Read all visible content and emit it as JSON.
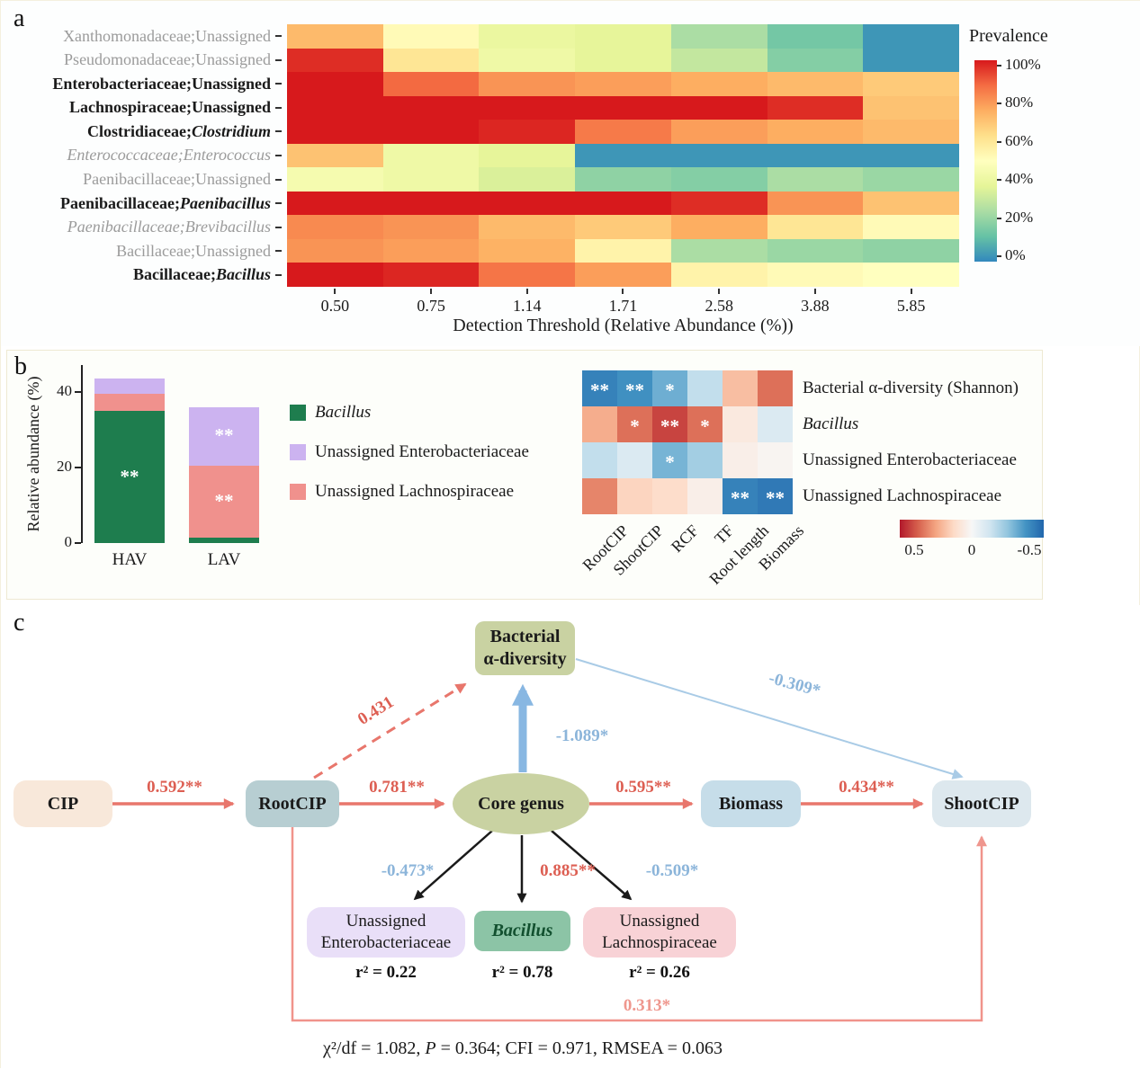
{
  "panel_labels": {
    "a": "a",
    "b": "b",
    "c": "c"
  },
  "colors": {
    "positive_path": "#dd5f53",
    "positive_path_light": "#ef978e",
    "negative_path": "#8cb5da",
    "negative_path_strong": "#88b7e2",
    "black_path": "#1a1a1a"
  },
  "chart_data": [
    {
      "type": "heatmap",
      "title": "Core taxa prevalence across detection thresholds",
      "x_label": "Detection Threshold (Relative Abundance (%))",
      "columns": [
        "0.50",
        "0.75",
        "1.14",
        "1.71",
        "2.58",
        "3.88",
        "5.85"
      ],
      "rows": [
        {
          "family": "Xanthomonadaceae",
          "genus": "Unassigned",
          "gray": true,
          "values": [
            72,
            52,
            40,
            38,
            25,
            15,
            3
          ]
        },
        {
          "family": "Pseudomonadaceae",
          "genus": "Unassigned",
          "gray": true,
          "values": [
            97,
            60,
            42,
            38,
            30,
            18,
            3
          ]
        },
        {
          "family": "Enterobacteriaceae",
          "genus": "Unassigned",
          "bold": true,
          "values": [
            100,
            88,
            80,
            78,
            75,
            72,
            68
          ]
        },
        {
          "family": "Lachnospiraceae",
          "genus": "Unassigned",
          "bold": true,
          "values": [
            100,
            100,
            100,
            100,
            100,
            97,
            70
          ]
        },
        {
          "family": "Clostridiaceae",
          "genus": "Clostridium",
          "bold": true,
          "italic_genus": true,
          "values": [
            100,
            100,
            98,
            85,
            78,
            75,
            72
          ]
        },
        {
          "family": "Enterococcaceae",
          "genus": "Enterococcus",
          "gray": true,
          "italic_family": true,
          "italic_genus": true,
          "values": [
            70,
            42,
            38,
            3,
            3,
            3,
            3
          ]
        },
        {
          "family": "Paenibacillaceae",
          "genus": "Unassigned",
          "gray": true,
          "values": [
            45,
            42,
            35,
            20,
            18,
            25,
            22
          ]
        },
        {
          "family": "Paenibacillaceae",
          "genus": "Paenibacillus",
          "bold": true,
          "italic_genus": true,
          "values": [
            100,
            100,
            100,
            100,
            97,
            80,
            70
          ]
        },
        {
          "family": "Paenibacillaceae",
          "genus": "Brevibacillus",
          "gray": true,
          "italic_family": true,
          "italic_genus": true,
          "values": [
            82,
            80,
            72,
            68,
            75,
            60,
            52
          ]
        },
        {
          "family": "Bacillaceae",
          "genus": "Unassigned",
          "gray": true,
          "values": [
            80,
            78,
            74,
            55,
            25,
            22,
            20
          ]
        },
        {
          "family": "Bacillaceae",
          "genus": "Bacillus",
          "bold": true,
          "italic_genus": true,
          "values": [
            100,
            98,
            86,
            78,
            55,
            52,
            50
          ]
        }
      ],
      "colorbar": {
        "title": "Prevalence",
        "ticks": [
          "100%",
          "80%",
          "60%",
          "40%",
          "20%",
          "0%"
        ],
        "stops_low_to_high": [
          "#3288bd",
          "#66c2a5",
          "#abdda4",
          "#e6f598",
          "#ffffbf",
          "#fee08b",
          "#fdae61",
          "#f46d43",
          "#d7191c"
        ]
      }
    },
    {
      "type": "bar",
      "stacked": true,
      "ylabel": "Relative abundance (%)",
      "yticks": [
        0,
        20,
        40
      ],
      "ymax": 47,
      "categories": [
        "HAV",
        "LAV"
      ],
      "series": [
        {
          "name": "Bacillus",
          "italic": true,
          "color": "#1e7d4e",
          "values": [
            35,
            1.5
          ],
          "sig": [
            "**",
            ""
          ]
        },
        {
          "name": "Unassigned Lachnospiraceae",
          "italic": false,
          "color": "#f0918d",
          "values": [
            4.5,
            19
          ],
          "sig": [
            "",
            "**"
          ]
        },
        {
          "name": "Unassigned Enterobacteriaceae",
          "italic": false,
          "color": "#ccb3f0",
          "values": [
            4,
            15.5
          ],
          "sig": [
            "",
            "**"
          ]
        }
      ],
      "legend_order": [
        0,
        2,
        1
      ]
    },
    {
      "type": "heatmap",
      "title": "Correlations between core taxa and plant/antibiotic variables",
      "columns": [
        "RootCIP",
        "ShootCIP",
        "RCF",
        "TF",
        "Root length",
        "Biomass"
      ],
      "rows": [
        {
          "label": "Bacterial α-diversity (Shannon)",
          "italic": false,
          "values": [
            -0.55,
            -0.5,
            -0.4,
            -0.2,
            0.25,
            0.45
          ],
          "sig": [
            "**",
            "**",
            "*",
            "",
            "",
            ""
          ]
        },
        {
          "label": "Bacillus",
          "italic": true,
          "values": [
            0.3,
            0.45,
            0.55,
            0.45,
            0.08,
            -0.12
          ],
          "sig": [
            "",
            "*",
            "**",
            "*",
            "",
            ""
          ]
        },
        {
          "label": "Unassigned Enterobacteriaceae",
          "italic": false,
          "values": [
            -0.2,
            -0.12,
            -0.38,
            -0.28,
            0.05,
            0.02
          ],
          "sig": [
            "",
            "",
            "*",
            "",
            "",
            ""
          ]
        },
        {
          "label": "Unassigned Lachnospiraceae",
          "italic": false,
          "values": [
            0.4,
            0.18,
            0.15,
            0.05,
            -0.55,
            -0.58
          ],
          "sig": [
            "",
            "",
            "",
            "",
            "**",
            "**"
          ]
        }
      ],
      "colorbar": {
        "ticks": [
          "0.5",
          "0",
          "-0.5"
        ],
        "domain": [
          -0.65,
          0.65
        ],
        "stops_low_to_high": [
          "#2166ac",
          "#4393c3",
          "#92c5de",
          "#d1e5f0",
          "#f7f7f7",
          "#fddbc7",
          "#f4a582",
          "#d6604d",
          "#b2182b"
        ]
      }
    }
  ],
  "sem": {
    "nodes": {
      "cip": {
        "label": "CIP",
        "fill": "#f8e8da"
      },
      "rootcip": {
        "label": "RootCIP",
        "fill": "#b7ced2"
      },
      "core": {
        "label": "Core genus",
        "fill": "#c9d2a2"
      },
      "biomass": {
        "label": "Biomass",
        "fill": "#c6dde9"
      },
      "shootcip": {
        "label": "ShootCIP",
        "fill": "#dde8ee"
      },
      "alpha": {
        "line1": "Bacterial",
        "line2": "α-diversity",
        "fill": "#c9d2a2"
      },
      "entero": {
        "label": "Unassigned Enterobacteriaceae",
        "fill": "#e9dff8",
        "r2": "r² = 0.22"
      },
      "bacillus": {
        "label": "Bacillus",
        "fill": "#8cc4a6",
        "text": "#12502f",
        "r2": "r² = 0.78"
      },
      "lachno": {
        "label": "Unassigned Lachnospiraceae",
        "fill": "#f8d2d6",
        "r2": "r² = 0.26"
      }
    },
    "edges": {
      "cip_rootcip": "0.592**",
      "rootcip_core": "0.781**",
      "core_biomass": "0.595**",
      "biomass_shootcip": "0.434**",
      "rootcip_alpha": "0.431",
      "core_alpha": "-1.089*",
      "alpha_shootcip": "-0.309*",
      "core_entero": "-0.473*",
      "core_bacillus": "0.885**",
      "core_lachno": "-0.509*",
      "rootcip_shootcip": "0.313*"
    },
    "fit": {
      "pre": "χ²/df = 1.082, ",
      "p": "P",
      "post": " = 0.364; CFI = 0.971, RMSEA = 0.063"
    }
  }
}
